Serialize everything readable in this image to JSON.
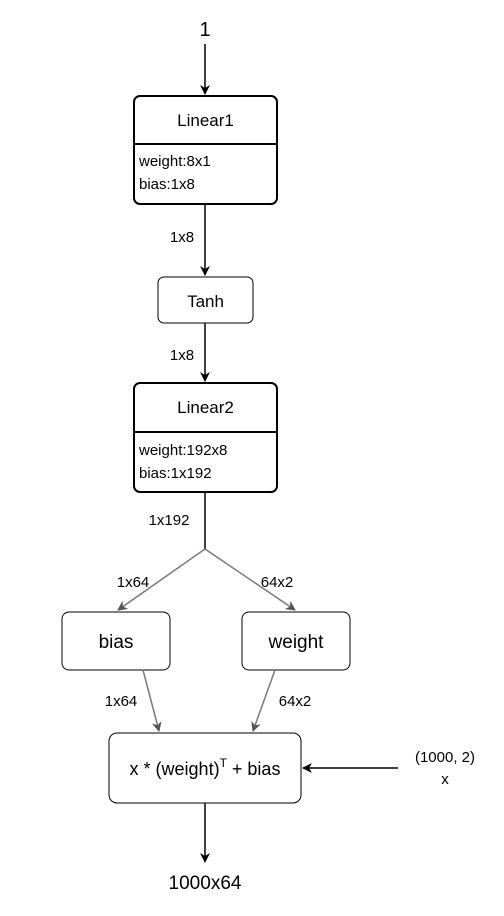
{
  "diagram": {
    "input_label": "1",
    "linear1": {
      "title": "Linear1",
      "weight": "weight:8x1",
      "bias": "bias:1x8"
    },
    "edge_linear1_tanh": "1x8",
    "tanh": {
      "title": "Tanh"
    },
    "edge_tanh_linear2": "1x8",
    "linear2": {
      "title": "Linear2",
      "weight": "weight:192x8",
      "bias": "bias:1x192"
    },
    "edge_linear2_split": "1x192",
    "edge_split_bias": "1x64",
    "edge_split_weight": "64x2",
    "bias_box": {
      "title": "bias"
    },
    "weight_box": {
      "title": "weight"
    },
    "edge_bias_op": "1x64",
    "edge_weight_op": "64x2",
    "operation": {
      "prefix": "x * (weight)",
      "superscript": "T",
      "suffix": " + bias"
    },
    "x_input": {
      "shape": "(1000, 2)",
      "name": "x"
    },
    "output_label": "1000x64",
    "colors": {
      "stroke": "#000000",
      "split_stroke": "#808080",
      "box_fill": "#ffffff"
    }
  }
}
